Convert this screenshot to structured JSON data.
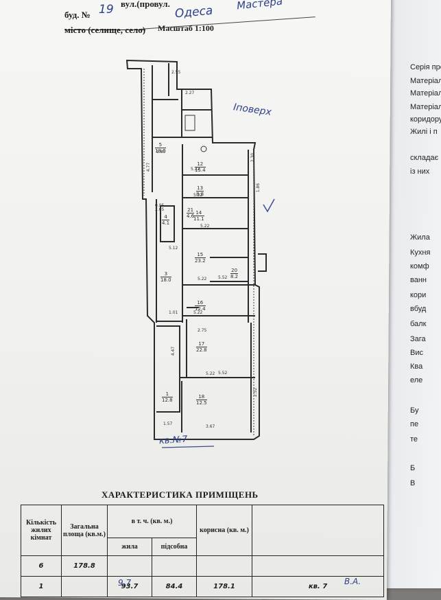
{
  "header": {
    "bud_label": "буд. №",
    "bud_value": "19",
    "vul_label": "вул.(провул.",
    "vul_value": "Мастера",
    "misto_label": "місто (селище, село)",
    "misto_value": "Одеса",
    "scale_label": "Масштаб 1:100"
  },
  "plan": {
    "floor_note": "Іповерх",
    "apartment_mark": "кв.№7",
    "rooms": [
      {
        "num": "1",
        "area": "12.8"
      },
      {
        "num": "3",
        "area": "18.0"
      },
      {
        "num": "4",
        "area": "4.1"
      },
      {
        "num": "5",
        "area": "18.0"
      },
      {
        "num": "12",
        "area": "15.4"
      },
      {
        "num": "13",
        "area": "8.8"
      },
      {
        "num": "14",
        "area": "11.1"
      },
      {
        "num": "15",
        "area": "23.2"
      },
      {
        "num": "16",
        "area": "12.4"
      },
      {
        "num": "17",
        "area": "22.8"
      },
      {
        "num": "18",
        "area": "12.5"
      },
      {
        "num": "20",
        "area": "8.2"
      },
      {
        "num": "21",
        "area": "4.6"
      }
    ],
    "dims": [
      "5.22",
      "5.22",
      "5.22",
      "5.22",
      "5.22",
      "5.22",
      "5.12",
      "5.52",
      "5.52",
      "3.67",
      "2.30",
      "2.05",
      "4.77",
      "4.47",
      "2.75",
      "1.86",
      "2.52",
      "1.80",
      "1.57",
      "1.01",
      "0.95",
      "2.27",
      "2.55"
    ]
  },
  "table": {
    "title": "ХАРАКТЕРИСТИКА ПРИМІЩЕНЬ",
    "col_rooms": "Кількість жилих кімнат",
    "col_total": "Загальна площа (кв.м.)",
    "col_incl": "в т. ч. (кв. м.)",
    "col_living": "жила",
    "col_aux": "підсобна",
    "col_useful": "корисна (кв. м.)",
    "row1": {
      "rooms": "6",
      "total": "178.8",
      "living": "",
      "aux": "",
      "useful": ""
    },
    "row2": {
      "rooms": "1",
      "total": "",
      "living": "93.7",
      "aux": "84.4",
      "useful": "178.1",
      "note": "кв. 7"
    },
    "bottom_note": "9.7",
    "signature": "В.А."
  },
  "right_sheet": {
    "lines": [
      "Серія пре",
      "Матеріал",
      "Матеріал",
      "Матеріал",
      "коридору",
      "Жилі і п",
      "складає",
      "із них",
      "Жила",
      "Кухня",
      "комф",
      "ванн",
      "кори",
      "вбуд",
      "балк",
      "Зага",
      "Вис",
      "Ква",
      "еле",
      "Бу",
      "пе",
      "те",
      "Б",
      "В"
    ]
  }
}
